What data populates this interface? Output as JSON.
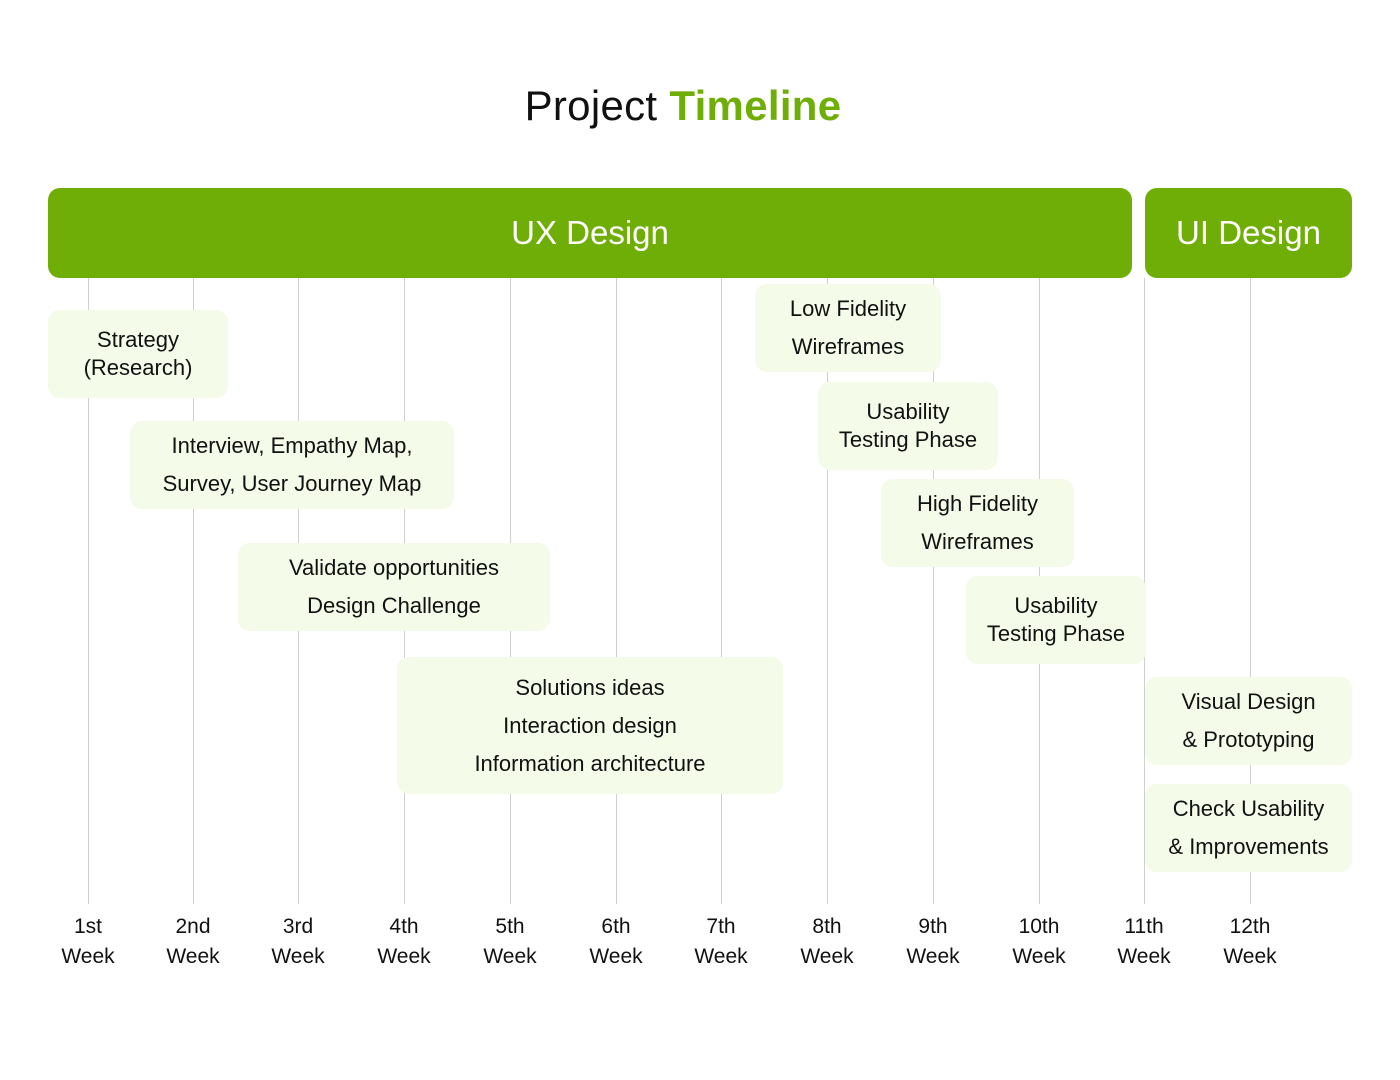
{
  "title": {
    "main": "Project",
    "accent": "Timeline"
  },
  "phases": [
    {
      "label": "UX Design"
    },
    {
      "label": "UI Design"
    }
  ],
  "weeks": [
    {
      "num": "1st",
      "unit": "Week"
    },
    {
      "num": "2nd",
      "unit": "Week"
    },
    {
      "num": "3rd",
      "unit": "Week"
    },
    {
      "num": "4th",
      "unit": "Week"
    },
    {
      "num": "5th",
      "unit": "Week"
    },
    {
      "num": "6th",
      "unit": "Week"
    },
    {
      "num": "7th",
      "unit": "Week"
    },
    {
      "num": "8th",
      "unit": "Week"
    },
    {
      "num": "9th",
      "unit": "Week"
    },
    {
      "num": "10th",
      "unit": "Week"
    },
    {
      "num": "11th",
      "unit": "Week"
    },
    {
      "num": "12th",
      "unit": "Week"
    }
  ],
  "tasks": [
    {
      "lines": [
        "Strategy",
        "(Research)"
      ]
    },
    {
      "lines": [
        "Interview, Empathy Map,",
        "Survey, User Journey Map"
      ]
    },
    {
      "lines": [
        "Validate opportunities",
        "Design Challenge"
      ]
    },
    {
      "lines": [
        "Solutions ideas",
        "Interaction design",
        "Information architecture"
      ]
    },
    {
      "lines": [
        "Low Fidelity",
        "Wireframes"
      ]
    },
    {
      "lines": [
        "Usability",
        "Testing Phase"
      ]
    },
    {
      "lines": [
        "High Fidelity",
        "Wireframes"
      ]
    },
    {
      "lines": [
        "Usability",
        "Testing Phase"
      ]
    },
    {
      "lines": [
        "Visual Design",
        "& Prototyping"
      ]
    },
    {
      "lines": [
        "Check Usability",
        "& Improvements"
      ]
    }
  ],
  "colors": {
    "accent": "#6fad07",
    "task_bg": "#f4fbe9",
    "grid": "#cfcfcf",
    "text": "#111111"
  }
}
